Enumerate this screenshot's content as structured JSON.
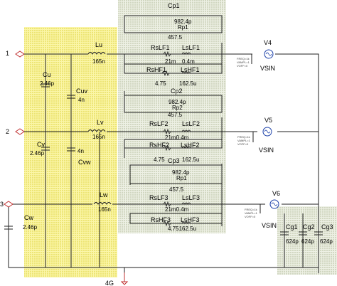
{
  "nodes": {
    "n1": "1",
    "n2": "2",
    "n3": "3",
    "ground": "4G"
  },
  "coupling": {
    "cu": {
      "name": "Cu",
      "value": "2.46p"
    },
    "cuv": {
      "name": "Cuv",
      "value": "4n"
    },
    "cv": {
      "name": "Cv",
      "value": "2.46p"
    },
    "cvw_value": "4n",
    "cvw": {
      "name": "Cvw"
    },
    "cw": {
      "name": "Cw",
      "value": "2.46p"
    }
  },
  "inductors": {
    "lu": {
      "name": "Lu",
      "value": "165n"
    },
    "lv": {
      "name": "Lv",
      "value": "165n"
    },
    "lw": {
      "name": "Lw",
      "value": "165n"
    }
  },
  "phase1": {
    "cp": "Cp1",
    "cp_val": "982.4p",
    "rp": "Rp1",
    "rp_val": "457.5",
    "rs_lf": "RsLF1",
    "ls_lf": "LsLF1",
    "rs_lf_val": "21m",
    "ls_lf_val": "0.4m",
    "rs_hf": "RsHF1",
    "ls_hf": "LsHF1",
    "rs_hf_val": "4.75",
    "ls_hf_val": "162.5u"
  },
  "phase2": {
    "cp": "Cp2",
    "cp_val": "982.4p",
    "rp": "Rp2",
    "rp_val": "457.5",
    "rs_lf": "RsLF2",
    "ls_lf": "LsLF2",
    "lf_val": "21m0.4m",
    "rs_hf": "RsHF2",
    "ls_hf": "LsHF2",
    "rs_hf_val": "4.75",
    "ls_hf_val": "162.5u"
  },
  "phase3": {
    "cp": "Cp3",
    "cp_val": "982.4p",
    "rp": "Rp1",
    "rp_val": "457.5",
    "rs_lf": "RsLF3",
    "ls_lf": "LsLF3",
    "lf_val": "21m0.4m",
    "rs_hf": "RsHF3",
    "ls_hf": "LsHF3",
    "hf_val": "4.75162.5u"
  },
  "sources": [
    {
      "name": "V4",
      "type": "VSIN"
    },
    {
      "name": "V5",
      "type": "VSIN"
    },
    {
      "name": "V6",
      "type": "VSIN"
    }
  ],
  "source_params": [
    "FREQ=1k",
    "VAMPL=1",
    "VOFF=0"
  ],
  "ground_caps": [
    {
      "name": "Cg1",
      "value": "624p"
    },
    {
      "name": "Cg2",
      "value": "624p"
    },
    {
      "name": "Cg3",
      "value": "624p"
    }
  ],
  "colors": {
    "wire": "#1f1f1f",
    "port": "#c03030",
    "source": "#1a3fa8",
    "yellow_region": "#f6ef74",
    "grey_region": "#dfe5cf"
  }
}
